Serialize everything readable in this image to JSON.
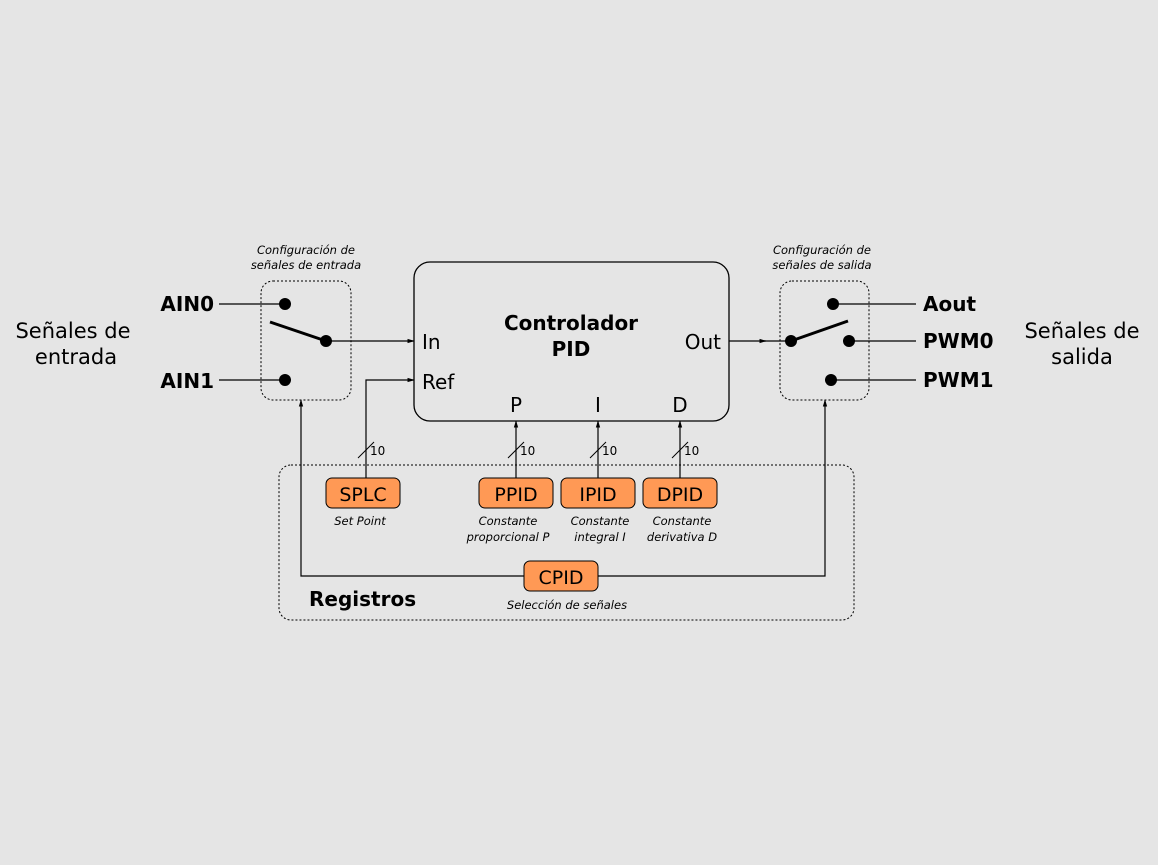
{
  "colors": {
    "background": "#e5e5e5",
    "register_fill": "#ff9955",
    "stroke": "#000000"
  },
  "inputs": {
    "group_label": [
      "Señales de",
      "entrada"
    ],
    "config_label": [
      "Configuración de",
      "señales de entrada"
    ],
    "signals": [
      "AIN0",
      "AIN1"
    ]
  },
  "outputs": {
    "group_label": [
      "Señales de",
      "salida"
    ],
    "config_label": [
      "Configuración de",
      "señales de salida"
    ],
    "signals": [
      "Aout",
      "PWM0",
      "PWM1"
    ]
  },
  "controller": {
    "title": [
      "Controlador",
      "PID"
    ],
    "port_in": "In",
    "port_ref": "Ref",
    "port_out": "Out",
    "port_p": "P",
    "port_i": "I",
    "port_d": "D"
  },
  "bus_width": "10",
  "registers": {
    "title": "Registros",
    "items": [
      {
        "name": "SPLC",
        "desc": [
          "Set Point"
        ]
      },
      {
        "name": "PPID",
        "desc": [
          "Constante",
          "proporcional P"
        ]
      },
      {
        "name": "IPID",
        "desc": [
          "Constante",
          "integral I"
        ]
      },
      {
        "name": "DPID",
        "desc": [
          "Constante",
          "derivativa D"
        ]
      },
      {
        "name": "CPID",
        "desc": [
          "Selección de señales"
        ]
      }
    ]
  }
}
